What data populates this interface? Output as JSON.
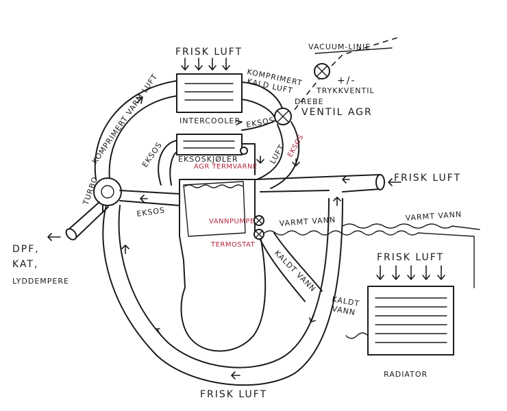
{
  "labels": {
    "frisk_luft_top": "FRISK LUFT",
    "frisk_luft_right": "FRISK LUFT",
    "frisk_luft_radiator": "FRISK LUFT",
    "frisk_luft_bottom": "FRISK LUFT",
    "vacuum_linje": "VACUUM-LINJE",
    "plus_minus": "+/-",
    "trykkventil": "TRYKKVENTIL",
    "drebe": "DREBE",
    "ventil_agr": "VENTIL AGR",
    "komprimert_kald_luft_1": "KOMPRIMERT",
    "komprimert_kald_luft_2": "KALD LUFT",
    "komprimert_varm_luft": "KOMPRIMERT VARM LUFT",
    "intercooler": "INTERCOOLER",
    "eksos_1": "EKSOS",
    "eksos_2": "EKSOS",
    "eksos_3": "EKSOS",
    "eksoskjoler": "EKSOSKJØLER",
    "agr_termvarne": "AGR TERMVARNE",
    "luft": "LUFT",
    "eksos_small": "EKSOS",
    "turbo": "TURBO",
    "vannpumpe": "VANNPUMPE",
    "termostat": "TERMOSTAT",
    "varmt_vann_1": "VARMT VANN",
    "varmt_vann_2": "VARMT VANN",
    "kaldt_vann_1": "KALDT VANN",
    "kaldt_vann_2a": "KALDT",
    "kaldt_vann_2b": "VANN",
    "dpf": "DPF,",
    "kat": "KAT,",
    "lyddemper": "LYDDEMPERE",
    "radiator": "RADIATOR"
  },
  "colors": {
    "ink": "#1a1a1a",
    "accent_red": "#b0263b",
    "paper": "#ffffff"
  }
}
